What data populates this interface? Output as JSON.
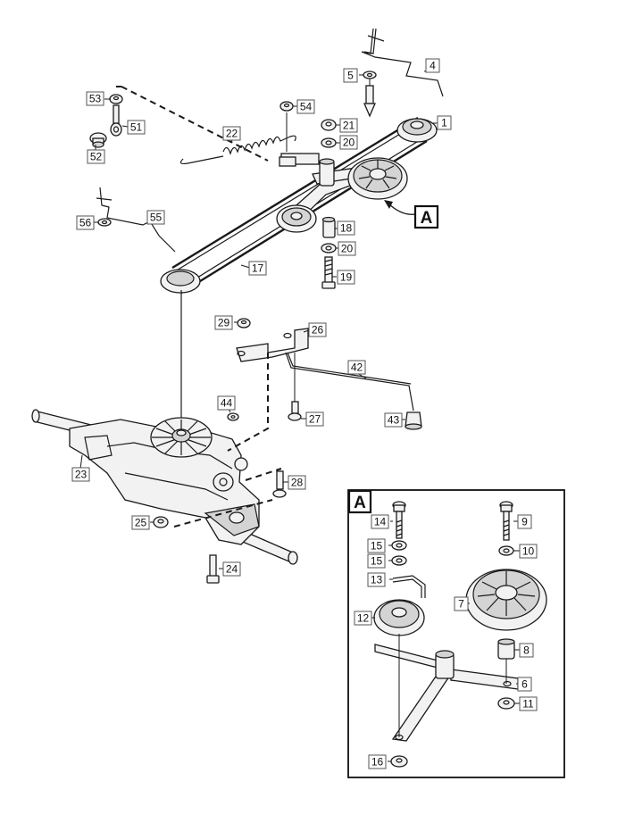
{
  "callouts": [
    "1",
    "4",
    "5",
    "7",
    "6",
    "8",
    "9",
    "10",
    "11",
    "12",
    "13",
    "14",
    "15",
    "15",
    "16",
    "17",
    "18",
    "19",
    "20",
    "20",
    "21",
    "22",
    "23",
    "24",
    "25",
    "26",
    "27",
    "28",
    "29",
    "42",
    "43",
    "44",
    "51",
    "52",
    "53",
    "54",
    "55",
    "56"
  ],
  "detail": {
    "label": "A"
  }
}
